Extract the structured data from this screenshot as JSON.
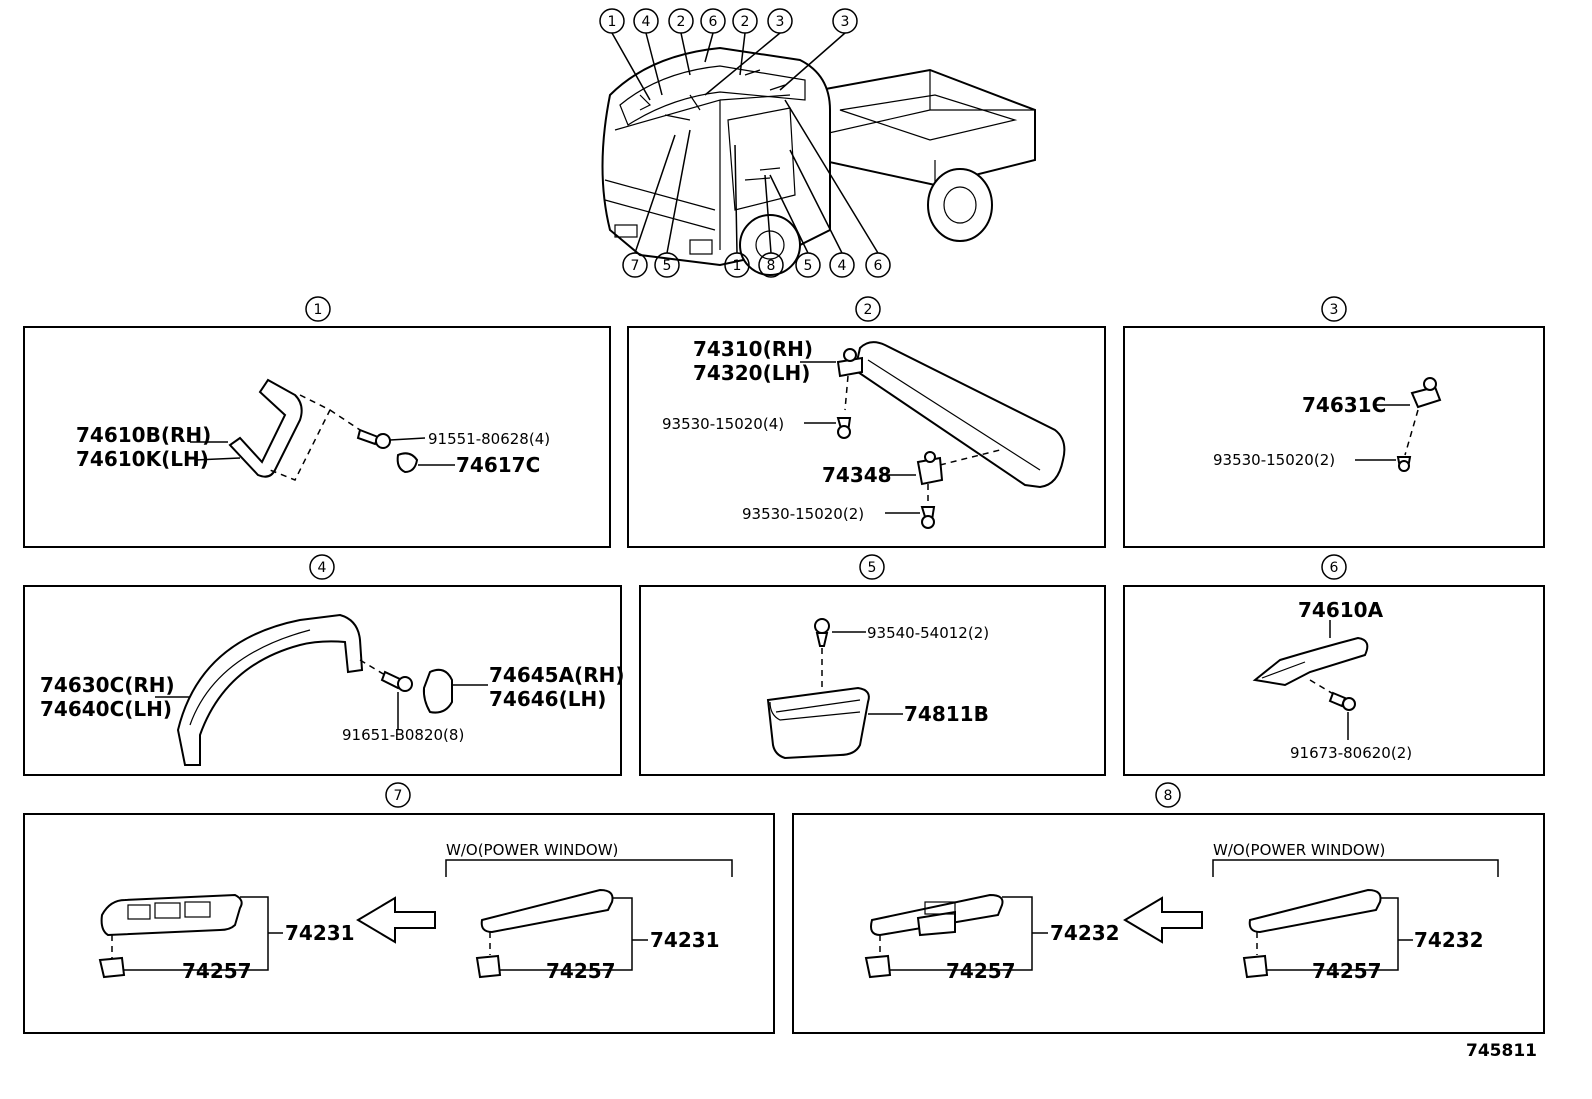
{
  "truck_callouts": {
    "top": [
      "1",
      "4",
      "2",
      "6",
      "2",
      "3",
      "3"
    ],
    "bottom": [
      "7",
      "5",
      "1",
      "8",
      "5",
      "4",
      "6"
    ]
  },
  "sections": {
    "s1": {
      "number": "1",
      "labels": [
        "74610B(RH)",
        "74610K(LH)",
        "91551-80628(4)",
        "74617C"
      ]
    },
    "s2": {
      "number": "2",
      "labels": [
        "74310(RH)",
        "74320(LH)",
        "93530-15020(4)",
        "74348",
        "93530-15020(2)"
      ]
    },
    "s3": {
      "number": "3",
      "labels": [
        "74631C",
        "93530-15020(2)"
      ]
    },
    "s4": {
      "number": "4",
      "labels": [
        "74630C(RH)",
        "74640C(LH)",
        "74645A(RH)",
        "74646(LH)",
        "91651-B0820(8)"
      ]
    },
    "s5": {
      "number": "5",
      "labels": [
        "93540-54012(2)",
        "74811B"
      ]
    },
    "s6": {
      "number": "6",
      "labels": [
        "74610A",
        "91673-80620(2)"
      ]
    },
    "s7": {
      "number": "7",
      "note": "W/O(POWER WINDOW)",
      "labels": [
        "74231",
        "74257",
        "74231",
        "74257"
      ]
    },
    "s8": {
      "number": "8",
      "note": "W/O(POWER WINDOW)",
      "labels": [
        "74232",
        "74257",
        "74232",
        "74257"
      ]
    }
  },
  "figure_id": "745811"
}
